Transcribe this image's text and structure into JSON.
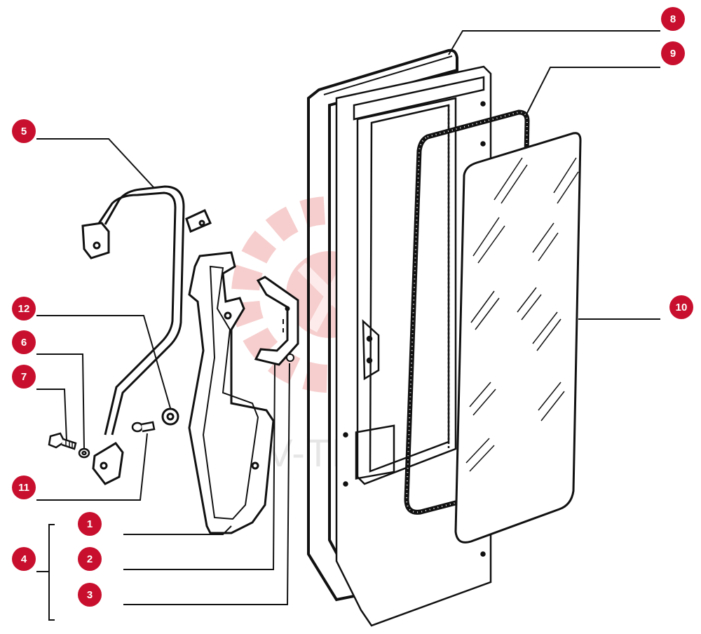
{
  "watermark": {
    "text": "V-TEX",
    "color": "#f6c9c9"
  },
  "colors": {
    "callout_fill": "#c8102e",
    "callout_text": "#ffffff",
    "line": "#111111"
  },
  "callouts": {
    "c1": "1",
    "c2": "2",
    "c3": "3",
    "c4": "4",
    "c5": "5",
    "c6": "6",
    "c7": "7",
    "c8": "8",
    "c9": "9",
    "c10": "10",
    "c11": "11",
    "c12": "12"
  }
}
